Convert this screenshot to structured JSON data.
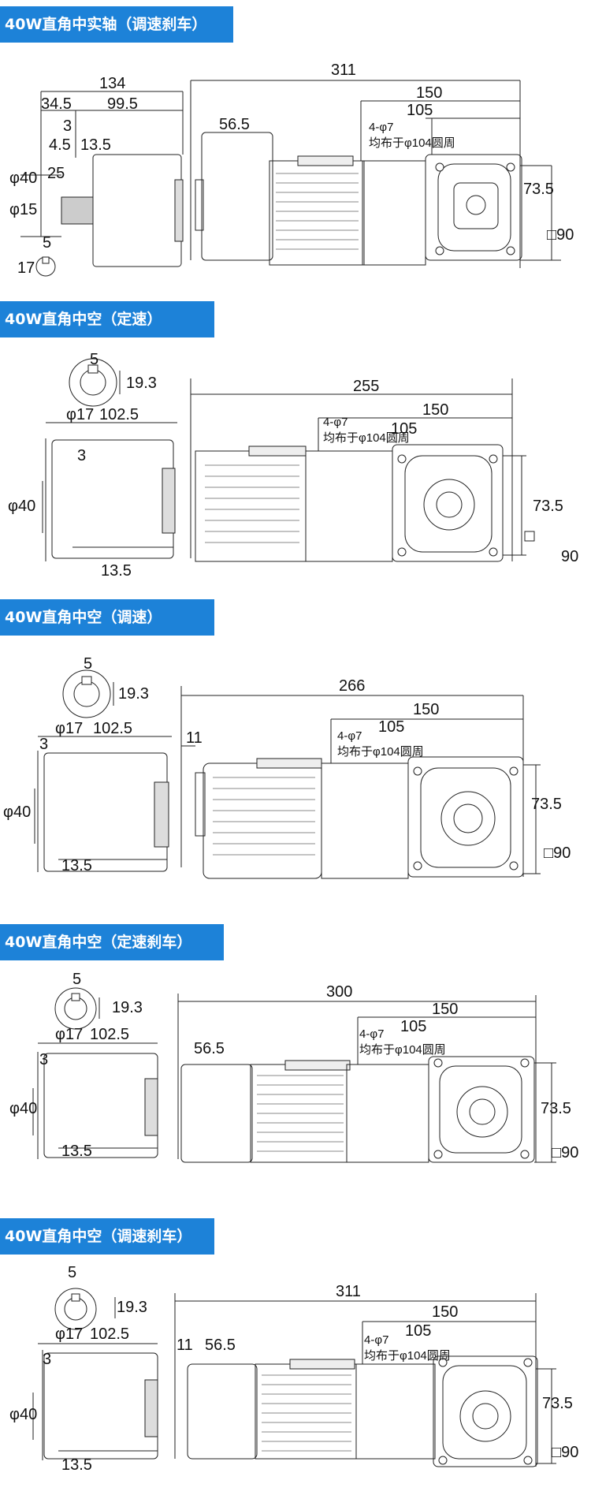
{
  "sections": [
    {
      "title": "40W直角中实轴（调速刹车）",
      "dims": {
        "total_width": "311",
        "side_length": "134",
        "side_a": "34.5",
        "side_b": "99.5",
        "step": "3",
        "d1": "4.5",
        "d2": "13.5",
        "dia40": "φ40",
        "len25": "25",
        "dia15": "φ15",
        "key": "5",
        "keyh": "17",
        "brake_len": "56.5",
        "flange_len": "150",
        "flange_holes_len": "105",
        "center": "73.5",
        "square": "□90"
      },
      "notes": {
        "holes": "4-φ7",
        "pcd": "均布于φ104圆周"
      }
    },
    {
      "title": "40W直角中空（定速）",
      "dims": {
        "total_width": "255",
        "side_length": "102.5",
        "step": "3",
        "d2": "13.5",
        "dia40": "φ40",
        "key": "5",
        "keyh": "19.3",
        "bore": "φ17",
        "flange_len": "150",
        "flange_holes_len": "105",
        "center": "73.5",
        "square": "□",
        "square_val": "90"
      },
      "notes": {
        "holes": "4-φ7",
        "pcd": "均布于φ104圆周"
      }
    },
    {
      "title": "40W直角中空（调速）",
      "dims": {
        "total_width": "266",
        "side_length": "102.5",
        "step": "3",
        "d2": "13.5",
        "dia40": "φ40",
        "key": "5",
        "keyh": "19.3",
        "bore": "φ17",
        "gap": "11",
        "flange_len": "150",
        "flange_holes_len": "105",
        "center": "73.5",
        "square": "□90"
      },
      "notes": {
        "holes": "4-φ7",
        "pcd": "均布于φ104圆周"
      }
    },
    {
      "title": "40W直角中空（定速刹车）",
      "dims": {
        "total_width": "300",
        "side_length": "102.5",
        "step": "3",
        "d2": "13.5",
        "dia40": "φ40",
        "key": "5",
        "keyh": "19.3",
        "bore": "φ17",
        "brake_len": "56.5",
        "flange_len": "150",
        "flange_holes_len": "105",
        "center": "73.5",
        "square": "□90"
      },
      "notes": {
        "holes": "4-φ7",
        "pcd": "均布于φ104圆周"
      }
    },
    {
      "title": "40W直角中空（调速刹车）",
      "dims": {
        "total_width": "311",
        "side_length": "102.5",
        "step": "3",
        "d2": "13.5",
        "dia40": "φ40",
        "key": "5",
        "keyh": "19.3",
        "bore": "φ17",
        "gap": "11",
        "brake_len": "56.5",
        "flange_len": "150",
        "flange_holes_len": "105",
        "center": "73.5",
        "square": "□90"
      },
      "notes": {
        "holes": "4-φ7",
        "pcd": "均布于φ104圆周"
      }
    }
  ],
  "colors": {
    "tab": "#1d82d8",
    "line": "#222222",
    "fin": "#8a8a8a"
  }
}
